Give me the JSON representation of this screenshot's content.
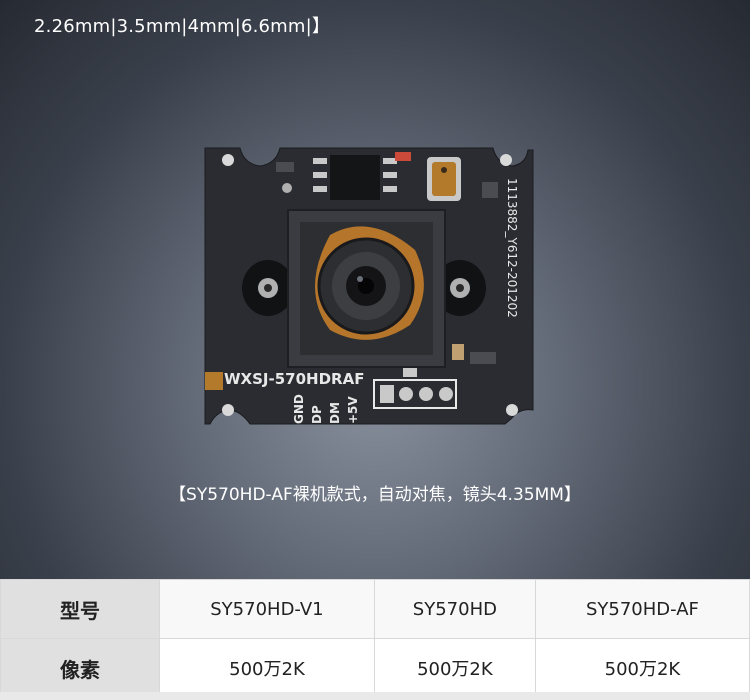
{
  "top_caption": "2.26mm|3.5mm|4mm|6.6mm|】",
  "board": {
    "silk_name": "WXSJ-570HDRAF",
    "silk_code": "1113882_Y612-201202",
    "pin_labels": [
      "GND",
      "DP",
      "DM",
      "+5V"
    ]
  },
  "caption": "【SY570HD-AF裸机款式，自动对焦，镜头4.35MM】",
  "table": {
    "rows": [
      {
        "head": "型号",
        "cells": [
          "SY570HD-V1",
          "SY570HD",
          "SY570HD-AF"
        ]
      },
      {
        "head": "像素",
        "cells": [
          "500万2K",
          "500万2K",
          "500万2K"
        ]
      }
    ]
  },
  "colors": {
    "pcb": "#2a2c31",
    "gold": "#b5752a",
    "table_head": "#e0e0e0"
  }
}
